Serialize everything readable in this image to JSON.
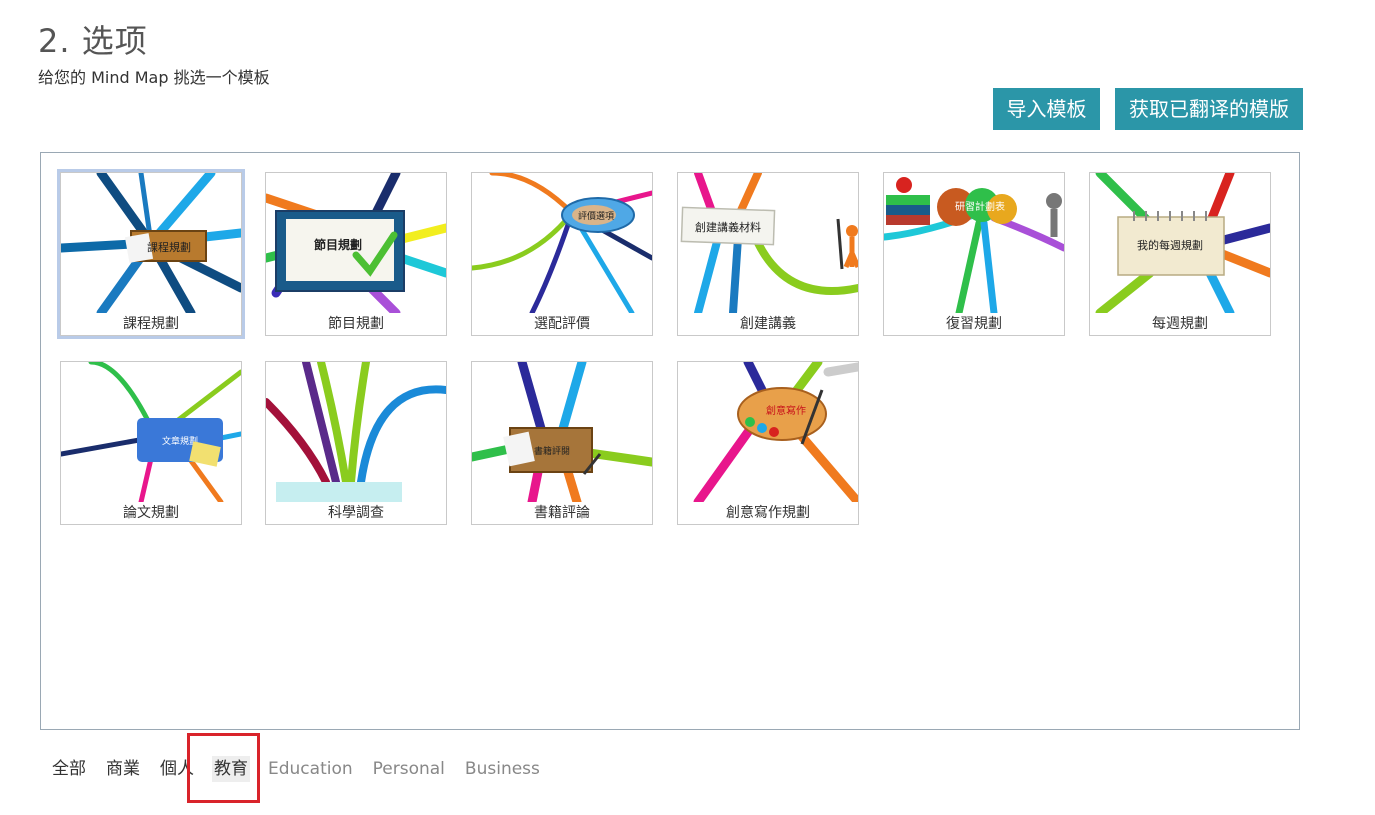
{
  "header": {
    "step_number": "2.",
    "step_title": "选项",
    "subtitle": "给您的 Mind Map 挑选一个模板"
  },
  "buttons": {
    "import_template": "导入模板",
    "get_translated": "获取已翻译的模版"
  },
  "templates": [
    {
      "label": "課程規劃",
      "center_text": "課程規劃",
      "selected": true
    },
    {
      "label": "節目規劃",
      "center_text": "節目規劃",
      "selected": false
    },
    {
      "label": "選配評價",
      "center_text": "評價選項",
      "selected": false
    },
    {
      "label": "創建講義",
      "center_text": "創建講義材料",
      "selected": false
    },
    {
      "label": "復習規劃",
      "center_text": "研習計劃表",
      "selected": false
    },
    {
      "label": "每週規劃",
      "center_text": "我的每週規劃",
      "selected": false
    },
    {
      "label": "論文規劃",
      "center_text": "文章規劃",
      "selected": false
    },
    {
      "label": "科學調查",
      "center_text": "",
      "selected": false
    },
    {
      "label": "書籍評論",
      "center_text": "書籍評閱",
      "selected": false
    },
    {
      "label": "創意寫作規劃",
      "center_text": "創意寫作",
      "selected": false
    }
  ],
  "filters": [
    {
      "label": "全部",
      "active": false
    },
    {
      "label": "商業",
      "active": false
    },
    {
      "label": "個人",
      "active": false
    },
    {
      "label": "教育",
      "active": true
    },
    {
      "label": "Education",
      "active": false
    },
    {
      "label": "Personal",
      "active": false
    },
    {
      "label": "Business",
      "active": false
    }
  ],
  "colors": {
    "button_bg": "#2b96a8",
    "highlight": "#d9232a",
    "selected_outline": "#b9cbe8"
  }
}
